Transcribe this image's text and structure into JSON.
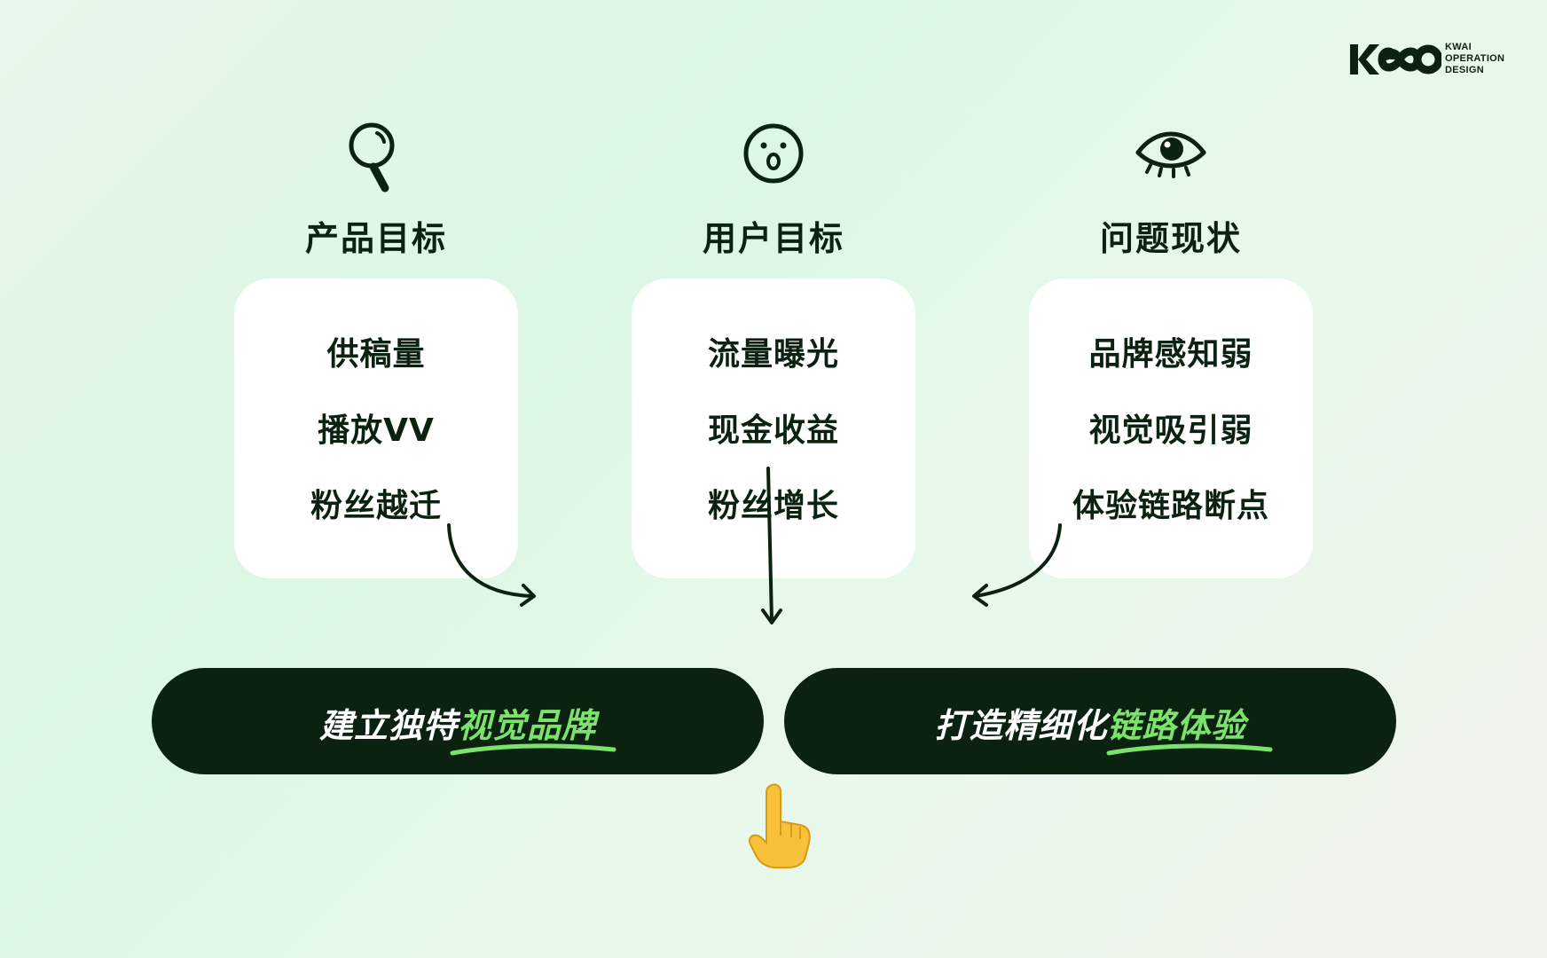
{
  "logo": {
    "mark": "KOO",
    "lines": [
      "KWAI",
      "OPERATION",
      "DESIGN"
    ]
  },
  "columns": [
    {
      "icon": "magnifier-icon",
      "heading": "产品目标",
      "items": [
        "供稿量",
        "播放VV",
        "粉丝越迁"
      ]
    },
    {
      "icon": "surprised-face-icon",
      "heading": "用户目标",
      "items": [
        "流量曝光",
        "现金收益",
        "粉丝增长"
      ]
    },
    {
      "icon": "eye-icon",
      "heading": "问题现状",
      "items": [
        "品牌感知弱",
        "视觉吸引弱",
        "体验链路断点"
      ]
    }
  ],
  "conclusions": [
    {
      "prefix": "建立独特",
      "highlight": "视觉品牌"
    },
    {
      "prefix": "打造精细化",
      "highlight": "链路体验"
    }
  ],
  "colors": {
    "dark": "#0c2210",
    "accent": "#7be36c",
    "card": "#ffffff"
  },
  "pointer": "pointing-hand-icon"
}
